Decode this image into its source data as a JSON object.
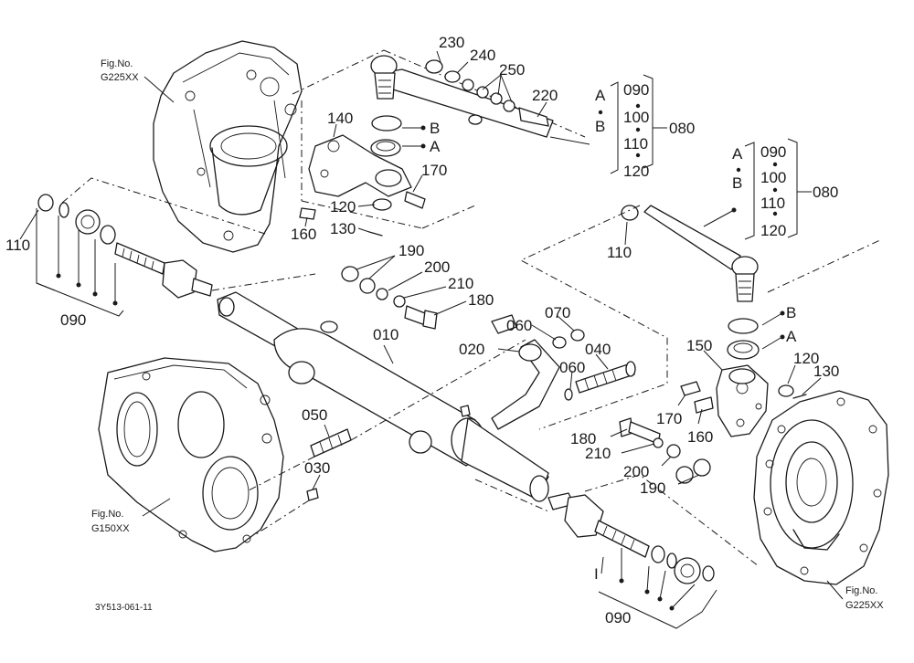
{
  "diagram": {
    "drawing_code": "3Y513-061-11",
    "figure_refs": [
      {
        "id": "ref_top_left",
        "prefix": "Fig.No.",
        "number": "G225XX"
      },
      {
        "id": "ref_mid_left",
        "prefix": "Fig.No.",
        "number": "G150XX"
      },
      {
        "id": "ref_bottom_right",
        "prefix": "Fig.No.",
        "number": "G225XX"
      }
    ],
    "part_labels": {
      "p010": "010",
      "p020": "020",
      "p030": "030",
      "p040": "040",
      "p050": "050",
      "p060a": "060",
      "p060b": "060",
      "p070": "070",
      "p080a": "080",
      "p080b": "080",
      "p090a": "090",
      "p090b": "090",
      "p090c": "090",
      "p090d": "090",
      "p100a": "100",
      "p100b": "100",
      "p110a": "110",
      "p110b": "110",
      "p110c": "110",
      "p110d": "110",
      "p120a": "120",
      "p120b": "120",
      "p120c": "120",
      "p120d": "120",
      "p130a": "130",
      "p130b": "130",
      "p140": "140",
      "p150": "150",
      "p160a": "160",
      "p160b": "160",
      "p170a": "170",
      "p170b": "170",
      "p180a": "180",
      "p180b": "180",
      "p190a": "190",
      "p190b": "190",
      "p200a": "200",
      "p200b": "200",
      "p210a": "210",
      "p210b": "210",
      "p220": "220",
      "p230": "230",
      "p240": "240",
      "p250": "250"
    },
    "markers": {
      "a1": "A",
      "a2": "A",
      "a3": "A",
      "a4": "A",
      "b1": "B",
      "b2": "B",
      "b3": "B",
      "b4": "B",
      "i1": "I"
    }
  }
}
